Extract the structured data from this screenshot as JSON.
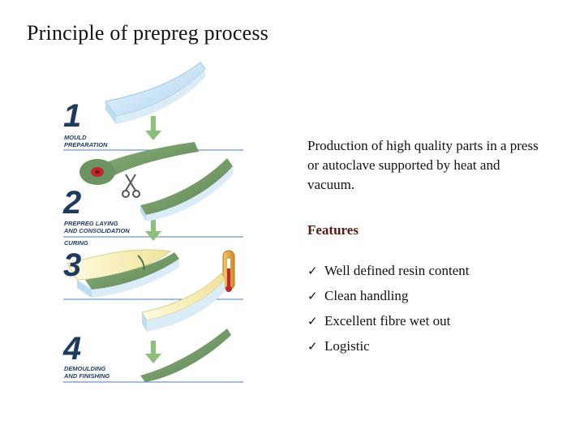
{
  "title": "Principle of prepreg process",
  "steps": [
    {
      "number": "1",
      "label": "MOULD\nPREPARATION"
    },
    {
      "number": "2",
      "label": "PREPREG LAYING\nAND CONSOLIDATION"
    },
    {
      "number": "3",
      "label": "CURING"
    },
    {
      "number": "4",
      "label": "DEMOULDING\nAND FINISHING"
    }
  ],
  "description": "Production of high quality parts in a press or autoclave supported by heat and vacuum.",
  "features_title": "Features",
  "check_glyph": "✓",
  "features": [
    "Well defined resin content",
    "Clean handling",
    "Excellent fibre wet out",
    "Logistic"
  ],
  "colors": {
    "step_text": "#1e3a5f",
    "mould": "#cfe6f5",
    "prepreg": "#6f9a63",
    "arrow": "#8cc07a",
    "features_title": "#5a1a0e"
  }
}
